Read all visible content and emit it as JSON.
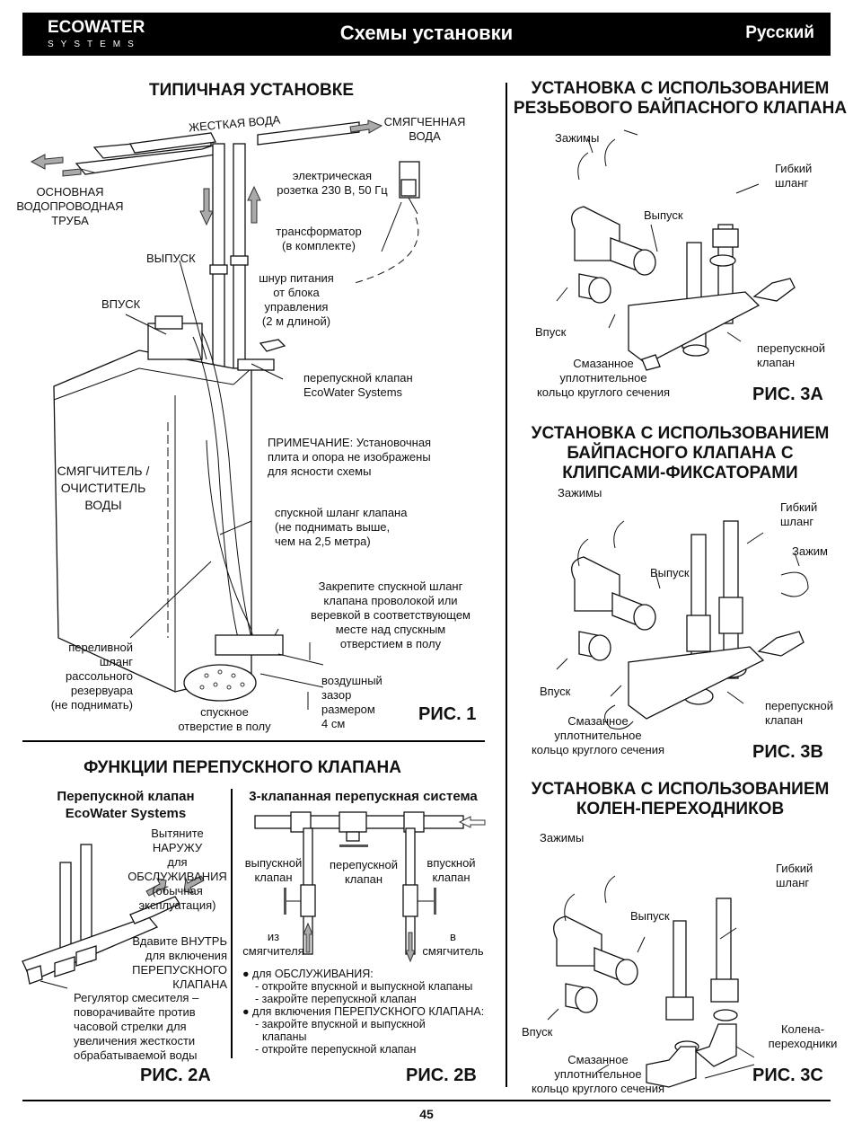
{
  "header": {
    "brand_line1": "ECOWATER",
    "brand_line2": "SYSTEMS",
    "title": "Схемы установки",
    "language": "Русский"
  },
  "fig1": {
    "title": "ТИПИЧНАЯ УСТАНОВКЕ",
    "hard_water": "ЖЕСТКАЯ ВОДА",
    "soft_water": [
      "СМЯГЧЕННАЯ",
      "ВОДА"
    ],
    "main_pipe": [
      "ОСНОВНАЯ",
      "ВОДОПРОВОДНАЯ",
      "ТРУБА"
    ],
    "outlet_socket": [
      "электрическая",
      "розетка 230 В, 50 Гц"
    ],
    "transformer": [
      "трансформатор",
      "(в комплекте)"
    ],
    "outlet": "ВЫПУСК",
    "inlet": "ВПУСК",
    "power_cord": [
      "шнур питания",
      "от блока",
      "управления",
      "(2 м длиной)"
    ],
    "bypass_valve": [
      "перепускной клапан",
      "EcoWater Systems"
    ],
    "softener": [
      "СМЯГЧИТЕЛЬ /",
      "ОЧИСТИТЕЛЬ",
      "ВОДЫ"
    ],
    "note": [
      "ПРИМЕЧАНИЕ: Установочная",
      "плита и опора не изображены",
      "для ясности схемы"
    ],
    "drain_hose": [
      "спускной шланг клапана",
      "(не поднимать выше,",
      "чем на 2,5 метра)"
    ],
    "secure_hose": [
      "Закрепите спускной шланг",
      "клапана проволокой или",
      "веревкой в соответствующем",
      "месте над спускным",
      "отверстием в полу"
    ],
    "overflow_hose": [
      "переливной",
      "шланг",
      "рассольного",
      "резервуара",
      "(не поднимать)"
    ],
    "floor_drain": [
      "спускное",
      "отверстие в полу"
    ],
    "air_gap": [
      "воздушный",
      "зазор",
      "размером",
      "4 см"
    ],
    "label": "РИС. 1"
  },
  "fig2": {
    "title": "ФУНКЦИИ ПЕРЕПУСКНОГО КЛАПАНА",
    "a": {
      "subtitle": [
        "Перепускной клапан",
        "EcoWater Systems"
      ],
      "pull_out": [
        "Вытяните НАРУЖУ",
        "для ОБСЛУЖИВАНИЯ",
        "(обычная",
        "эксплуатация)"
      ],
      "push_in": [
        "Вдавите ВНУТРЬ",
        "для включения",
        "ПЕРЕПУСКНОГО",
        "КЛАПАНА"
      ],
      "mixer": [
        "Регулятор смесителя –",
        "поворачивайте против",
        "часовой стрелки для",
        "увеличения жесткости",
        "обрабатываемой воды"
      ],
      "label": "РИС. 2A"
    },
    "b": {
      "subtitle": "3-клапанная перепускная система",
      "outlet_valve": [
        "выпускной",
        "клапан"
      ],
      "bypass_valve": [
        "перепускной",
        "клапан"
      ],
      "inlet_valve": [
        "впускной",
        "клапан"
      ],
      "from_softener": [
        "из",
        "смягчителя"
      ],
      "to_softener": [
        "в",
        "смягчитель"
      ],
      "service_head": "для ОБСЛУЖИВАНИЯ:",
      "service_items": [
        "- откройте впускной и выпускной клапаны",
        "- закройте перепускной клапан"
      ],
      "bypass_head": "для включения ПЕРЕПУСКНОГО КЛАПАНА:",
      "bypass_items": [
        "- закройте впускной и выпускной",
        "клапаны",
        "- откройте перепускной клапан"
      ],
      "label": "РИС. 2B"
    }
  },
  "fig3a": {
    "title": [
      "УСТАНОВКА С ИСПОЛЬЗОВАНИЕМ",
      "РЕЗЬБОВОГО БАЙПАСНОГО КЛАПАНА"
    ],
    "clamps": "Зажимы",
    "flex_hose": [
      "Гибкий",
      "шланг"
    ],
    "outlet": "Выпуск",
    "inlet": "Впуск",
    "bypass": [
      "перепускной",
      "клапан"
    ],
    "oring": [
      "Смазанное",
      "уплотнительное",
      "кольцо круглого  сечения"
    ],
    "label": "РИС. 3A"
  },
  "fig3b": {
    "title": [
      "УСТАНОВКА С ИСПОЛЬЗОВАНИЕМ",
      "БАЙПАСНОГО КЛАПАНА С",
      "КЛИПСАМИ-ФИКСАТОРАМИ"
    ],
    "clamps": "Зажимы",
    "flex_hose": [
      "Гибкий",
      "шланг"
    ],
    "clamp": "Зажим",
    "outlet": "Выпуск",
    "inlet": "Впуск",
    "bypass": [
      "перепускной",
      "клапан"
    ],
    "oring": [
      "Смазанное",
      "уплотнительное",
      "кольцо круглого  сечения"
    ],
    "label": "РИС. 3B"
  },
  "fig3c": {
    "title": [
      "УСТАНОВКА С ИСПОЛЬЗОВАНИЕМ",
      "КОЛЕН-ПЕРЕХОДНИКОВ"
    ],
    "clamps": "Зажимы",
    "flex_hose": [
      "Гибкий",
      "шланг"
    ],
    "outlet": "Выпуск",
    "inlet": "Впуск",
    "elbows": [
      "Колена-",
      "переходники"
    ],
    "oring": [
      "Смазанное",
      "уплотнительное",
      "кольцо круглого  сечения"
    ],
    "label": "РИС. 3C"
  },
  "footer": {
    "page_number": "45"
  }
}
